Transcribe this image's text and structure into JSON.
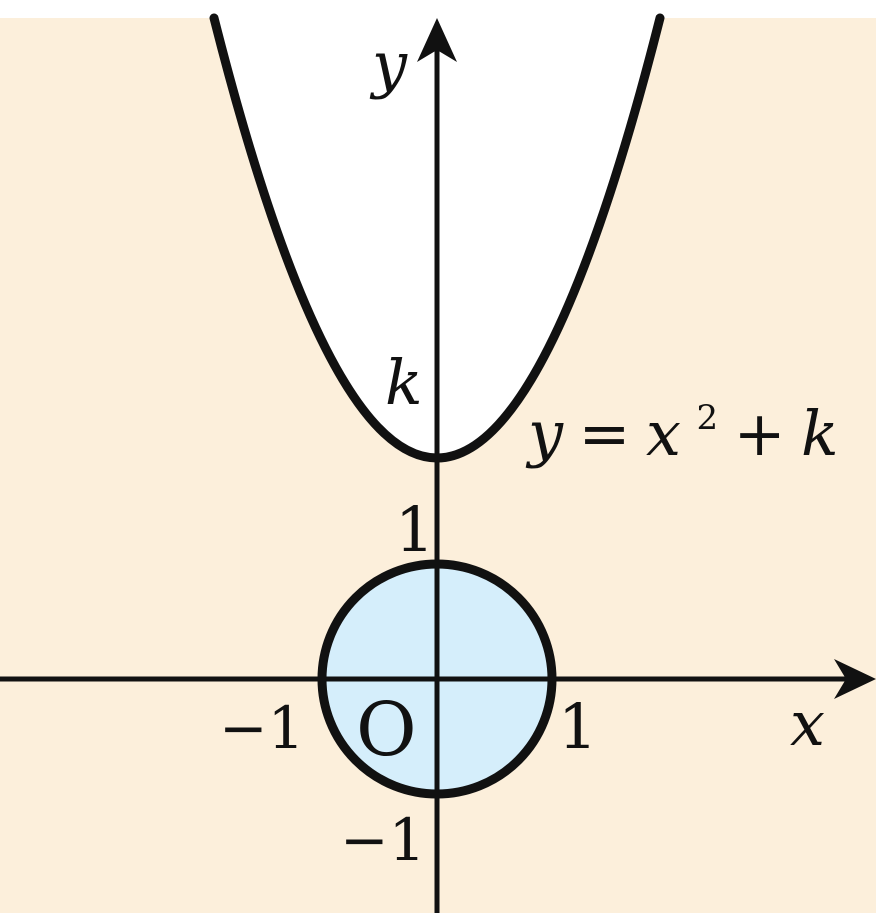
{
  "labels": {
    "y_axis": "y",
    "x_axis": "x",
    "origin": "O",
    "k": "k",
    "y_one": "1",
    "y_neg_one": "−1",
    "x_neg_one": "−1",
    "x_one": "1",
    "equation": {
      "lhs": "y",
      "eq": "=",
      "base": "x",
      "exp": "2",
      "plus": "+",
      "k": "k"
    }
  },
  "colors": {
    "background_region": "#fcefdb",
    "outside_region": "#ffffff",
    "disk_fill": "#d5eefb",
    "stroke": "#111111"
  }
}
